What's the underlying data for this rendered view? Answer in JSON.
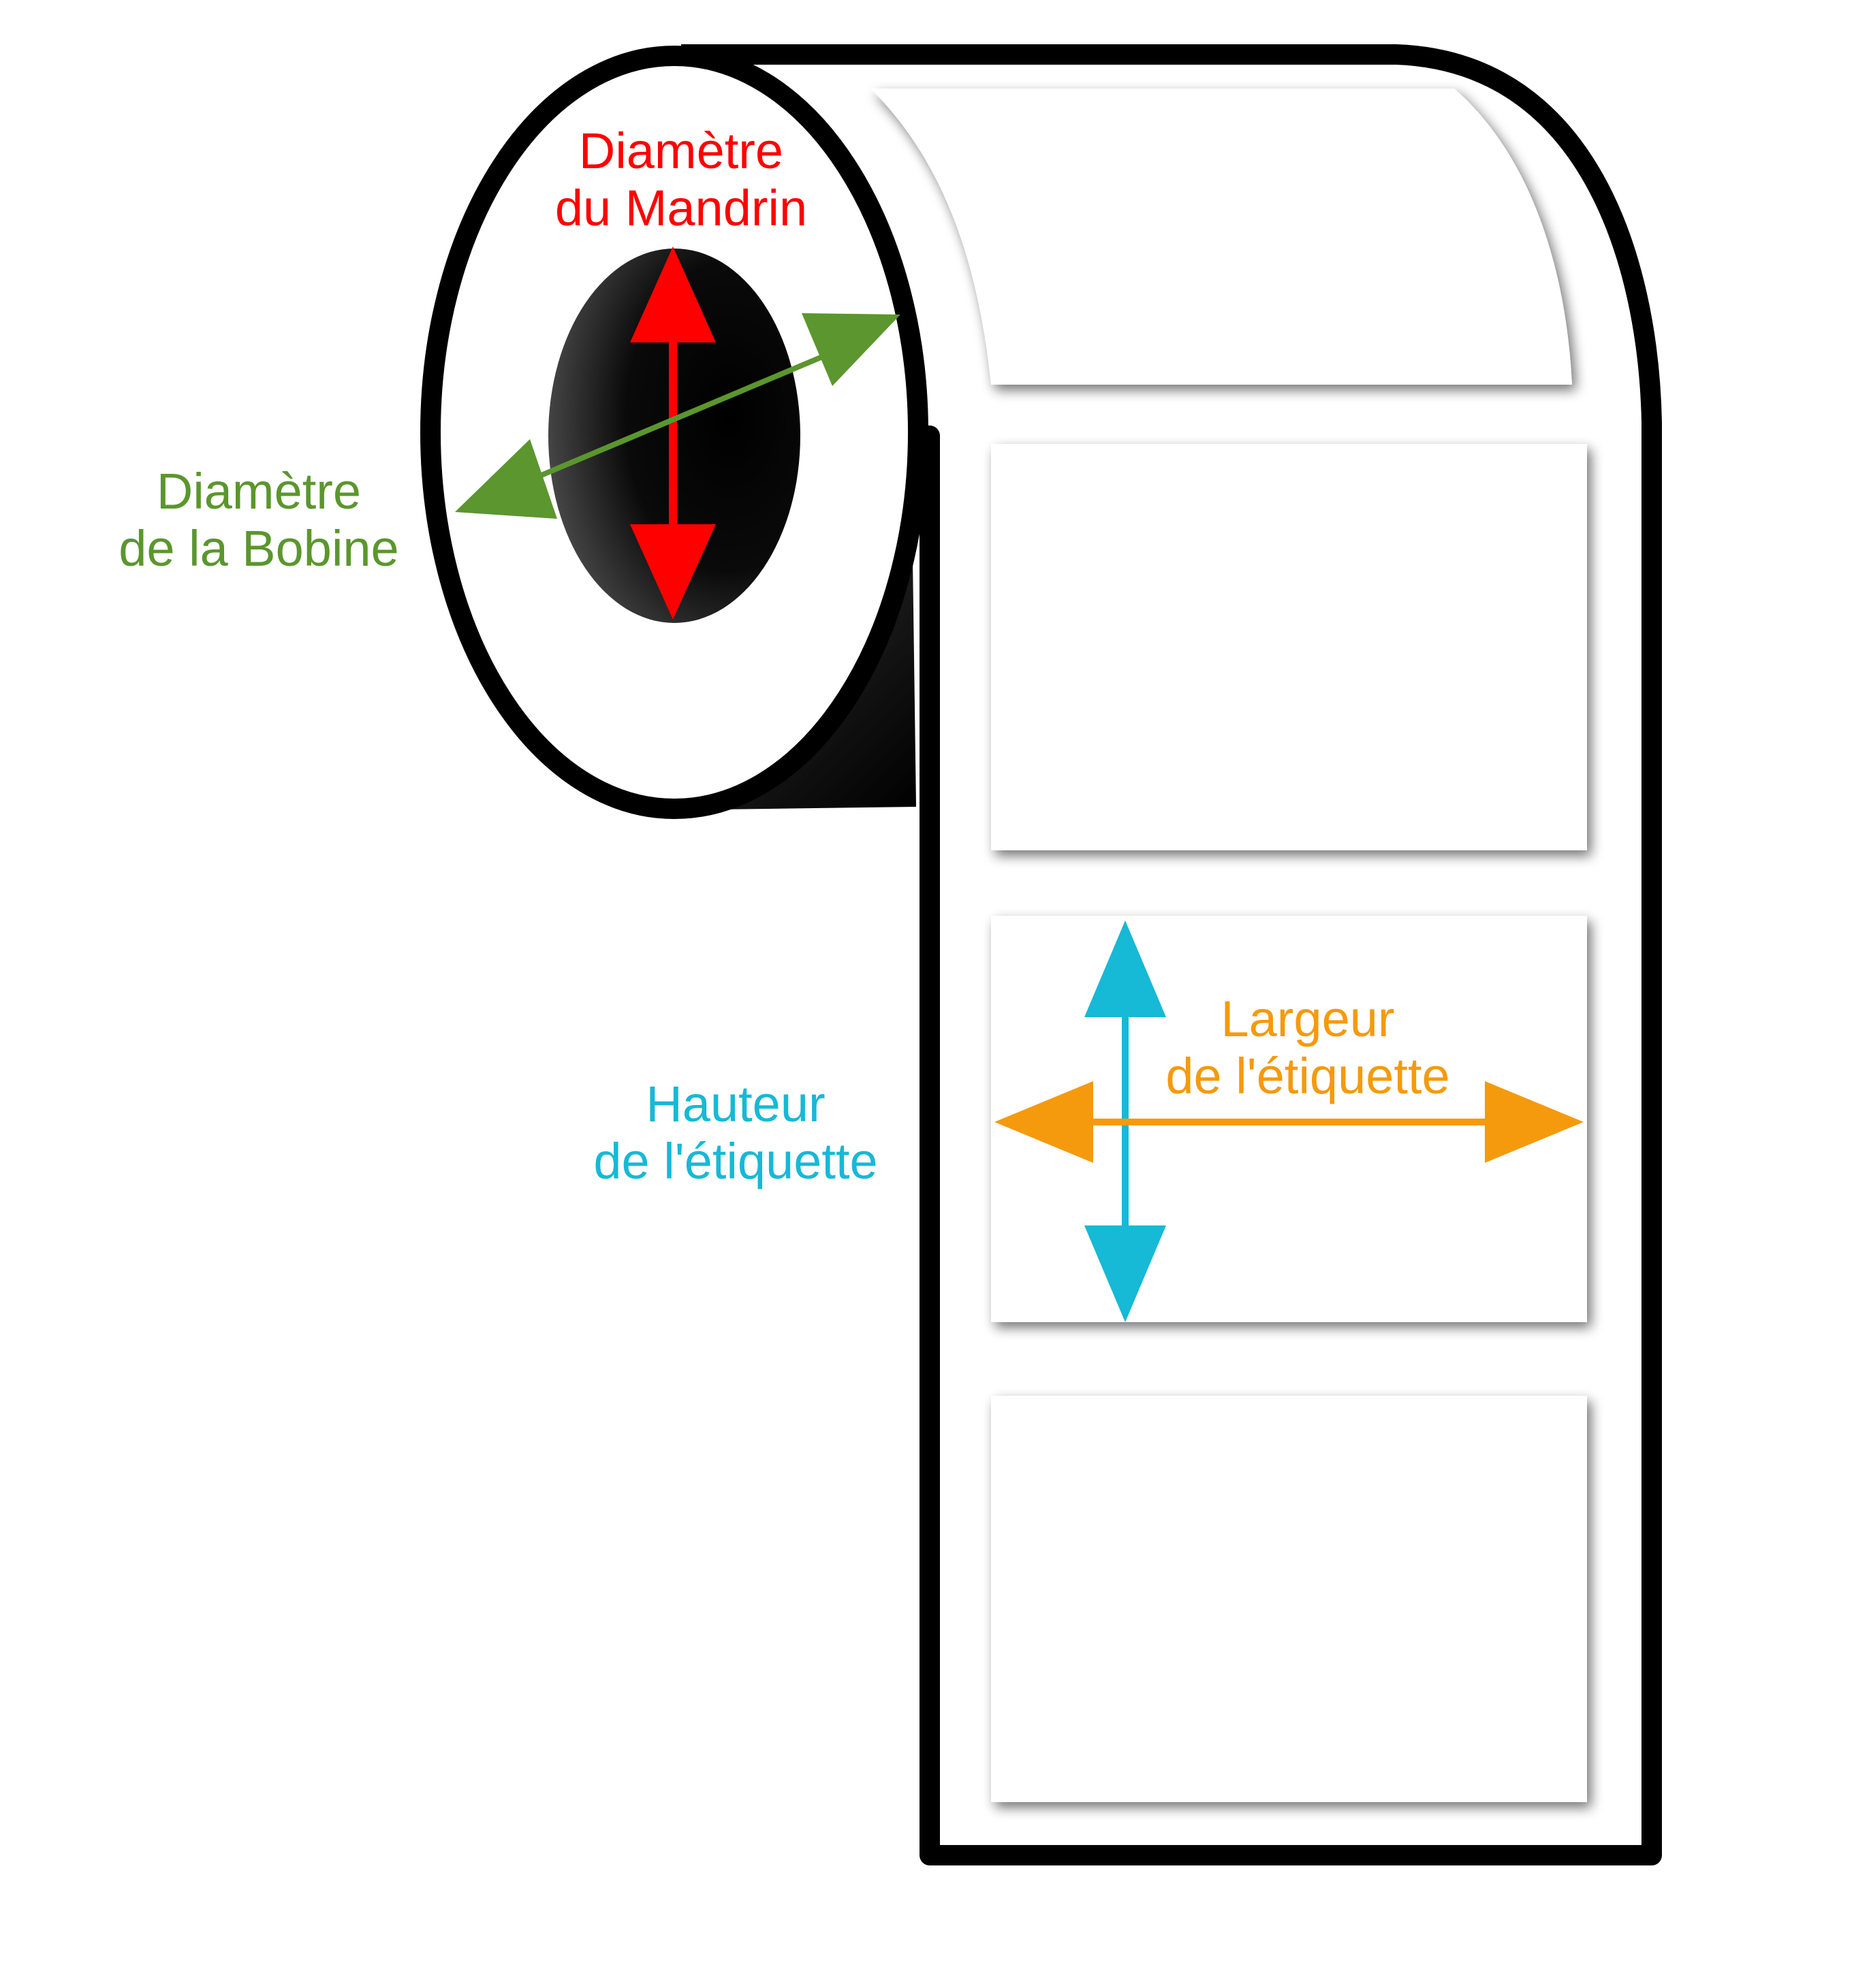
{
  "labels": {
    "core_diameter": {
      "line1": "Diamètre",
      "line2": "du Mandrin"
    },
    "roll_diameter": {
      "line1": "Diamètre",
      "line2": "de la Bobine"
    },
    "label_height": {
      "line1": "Hauteur",
      "line2": "de l'étiquette"
    },
    "label_width": {
      "line1": "Largeur",
      "line2": "de l'étiquette"
    }
  },
  "colors": {
    "core": "#ff0000",
    "roll": "#5b962e",
    "height": "#16b9d6",
    "width": "#f59a0c",
    "outline": "#000000"
  }
}
